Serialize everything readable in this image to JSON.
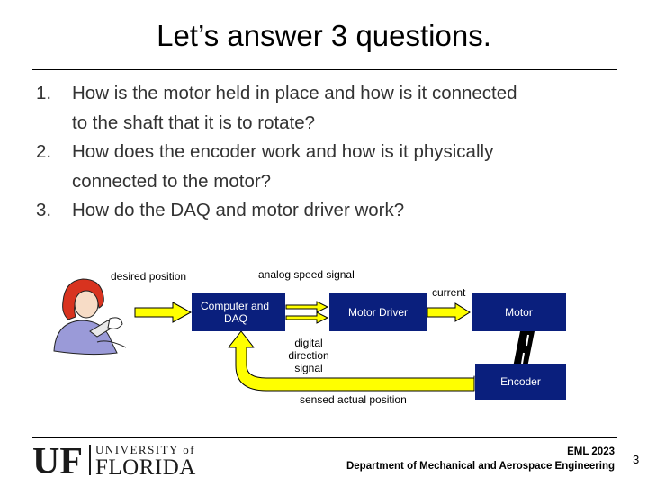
{
  "slide": {
    "title": "Let’s answer 3 questions.",
    "questions": [
      {
        "number": "1.",
        "lines": [
          "How is the motor held in place and how is it connected",
          "to the shaft that it is to rotate?"
        ]
      },
      {
        "number": "2.",
        "lines": [
          "How does the encoder work and how is it physically",
          "connected to the motor?"
        ]
      },
      {
        "number": "3.",
        "lines": [
          "How do the DAQ and motor driver work?"
        ]
      }
    ]
  },
  "diagram": {
    "labels": {
      "desired_position": "desired position",
      "analog_speed_signal": "analog speed signal",
      "current": "current",
      "digital_direction_line1": "digital direction",
      "digital_direction_line2": "signal",
      "sensed_actual_position": "sensed actual position"
    },
    "blocks": {
      "computer_daq_line1": "Computer and",
      "computer_daq_line2": "DAQ",
      "motor_driver": "Motor Driver",
      "motor": "Motor",
      "encoder": "Encoder"
    },
    "colors": {
      "block_fill": "#0a1f7d",
      "arrow_fill": "#ffff00",
      "arrow_outline": "#000000",
      "connector": "#000000",
      "connector_stripe": "#ffffff"
    }
  },
  "logo": {
    "mark": "UF",
    "line1": "UNIVERSITY of",
    "line2": "FLORIDA",
    "color": "#1a1a1a"
  },
  "footer": {
    "course": "EML 2023",
    "department": "Department of Mechanical and Aerospace Engineering",
    "page_number": "3"
  }
}
